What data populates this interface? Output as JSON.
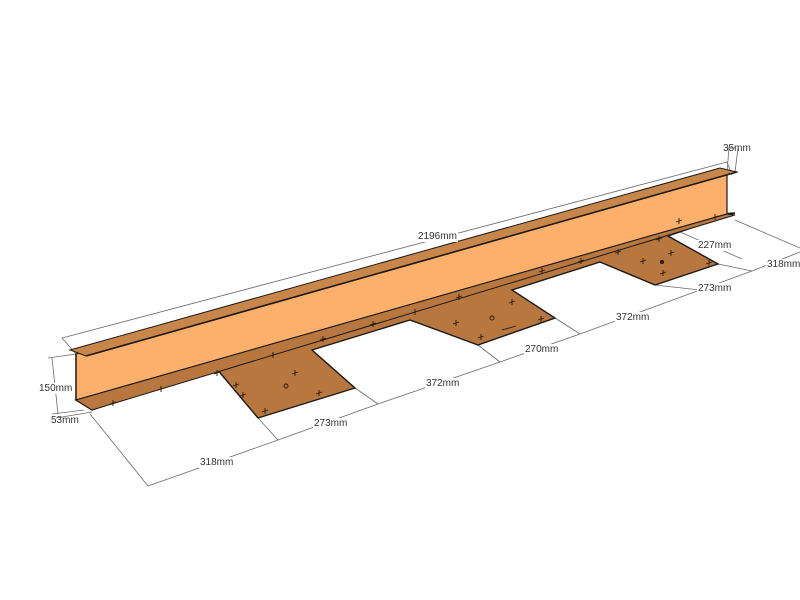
{
  "diagram": {
    "type": "3D sketch of steel edging / angle bracket with stake plates",
    "colors": {
      "background": "#ffffff",
      "web_face": "#fdaf6c",
      "flange": "#b8773e",
      "flange_top": "#c8864a",
      "edge": "#1a1a1a",
      "dimension_line": "#555555",
      "label_text": "#333333",
      "fastener_mark": "#2a1a0a"
    },
    "dimensions": {
      "overall_length": "2196mm",
      "top_lip": "35mm",
      "height": "150mm",
      "bottom_flange": "53mm",
      "left_end_offset": "318mm",
      "plate1_width": "273mm",
      "gap1": "372mm",
      "plate2_width": "270mm",
      "gap2": "372mm",
      "plate3_width": "273mm",
      "right_end_offset": "318mm",
      "plate_depth": "227mm"
    }
  }
}
